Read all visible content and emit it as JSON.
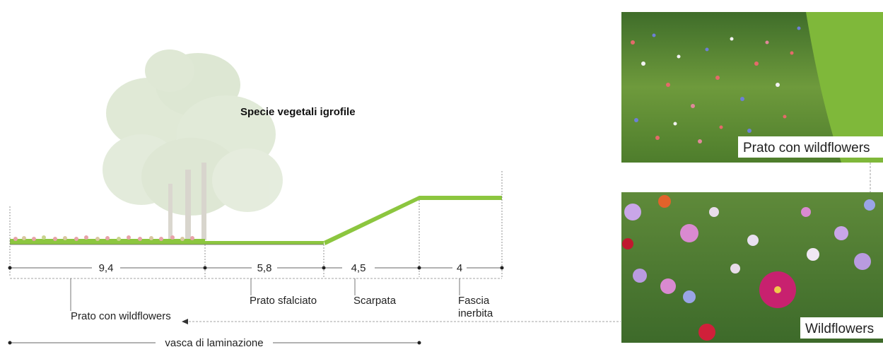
{
  "diagram": {
    "tree_label": "Specie vegetali igrofile",
    "dimensions": [
      {
        "value": "9,4"
      },
      {
        "value": "5,8"
      },
      {
        "value": "4,5"
      },
      {
        "value": "4"
      }
    ],
    "zone_labels": {
      "prato_wildflowers": "Prato con wildflowers",
      "prato_sfalciato": "Prato sfalciato",
      "scarpata": "Scarpata",
      "fascia_line1": "Fascia",
      "fascia_line2": "inerbita"
    },
    "vasca_label": "vasca di laminazione"
  },
  "photos": {
    "top_caption": "Prato con wildflowers",
    "bottom_caption": "Wildflowers"
  },
  "colors": {
    "grass": "#8cc63f",
    "grass_dark": "#5a8f1e",
    "tree": "#cfdcc0"
  }
}
